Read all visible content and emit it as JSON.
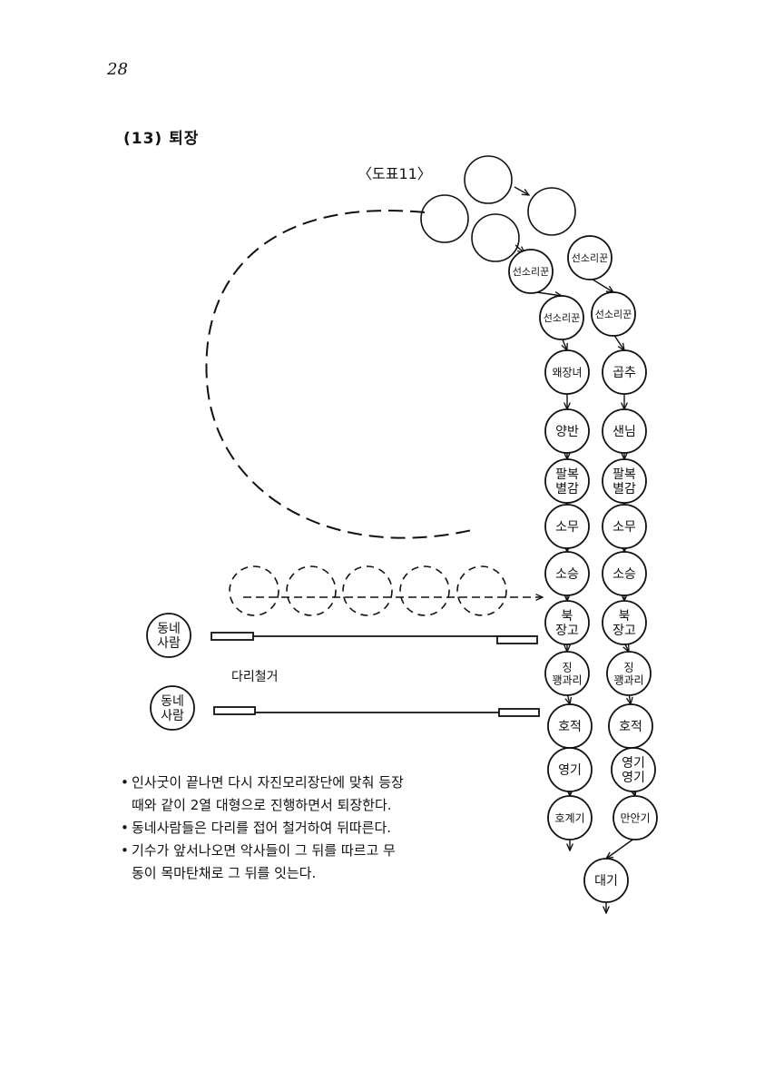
{
  "page_number": "28",
  "section_title": "(13) 퇴장",
  "figure_label": "〈도표11〉",
  "bridge_label": "다리철거",
  "villager_label": [
    "동네",
    "사람"
  ],
  "column_left": [
    [
      "선소리꾼"
    ],
    [
      "선소리꾼"
    ],
    [
      "왜장녀"
    ],
    [
      "양반"
    ],
    [
      "팔복",
      "별감"
    ],
    [
      "소무"
    ],
    [
      "소승"
    ],
    [
      "북",
      "장고"
    ],
    [
      "징",
      "꽹과리"
    ],
    [
      "호적"
    ],
    [
      "영기"
    ],
    [
      "호계기"
    ]
  ],
  "column_right": [
    [
      "선소리꾼"
    ],
    [
      "선소리꾼"
    ],
    [
      "곱추"
    ],
    [
      "샌님"
    ],
    [
      "팔복",
      "별감"
    ],
    [
      "소무"
    ],
    [
      "소승"
    ],
    [
      "북",
      "장고"
    ],
    [
      "징",
      "꽹과리"
    ],
    [
      "호적"
    ],
    [
      "영기",
      "영기"
    ],
    [
      "만안기"
    ],
    [
      "대기"
    ]
  ],
  "notes": [
    {
      "bullet": "•",
      "lines": [
        "인사굿이 끝나면 다시 자진모리장단에 맞춰 등장",
        "때와 같이 2열 대형으로 진행하면서 퇴장한다."
      ]
    },
    {
      "bullet": "•",
      "lines": [
        "동네사람들은 다리를 접어 철거하여 뒤따른다."
      ]
    },
    {
      "bullet": "•",
      "lines": [
        "기수가 앞서나오면 악사들이 그 뒤를  따르고 무",
        "동이 목마탄채로 그 뒤를 잇는다."
      ]
    }
  ]
}
